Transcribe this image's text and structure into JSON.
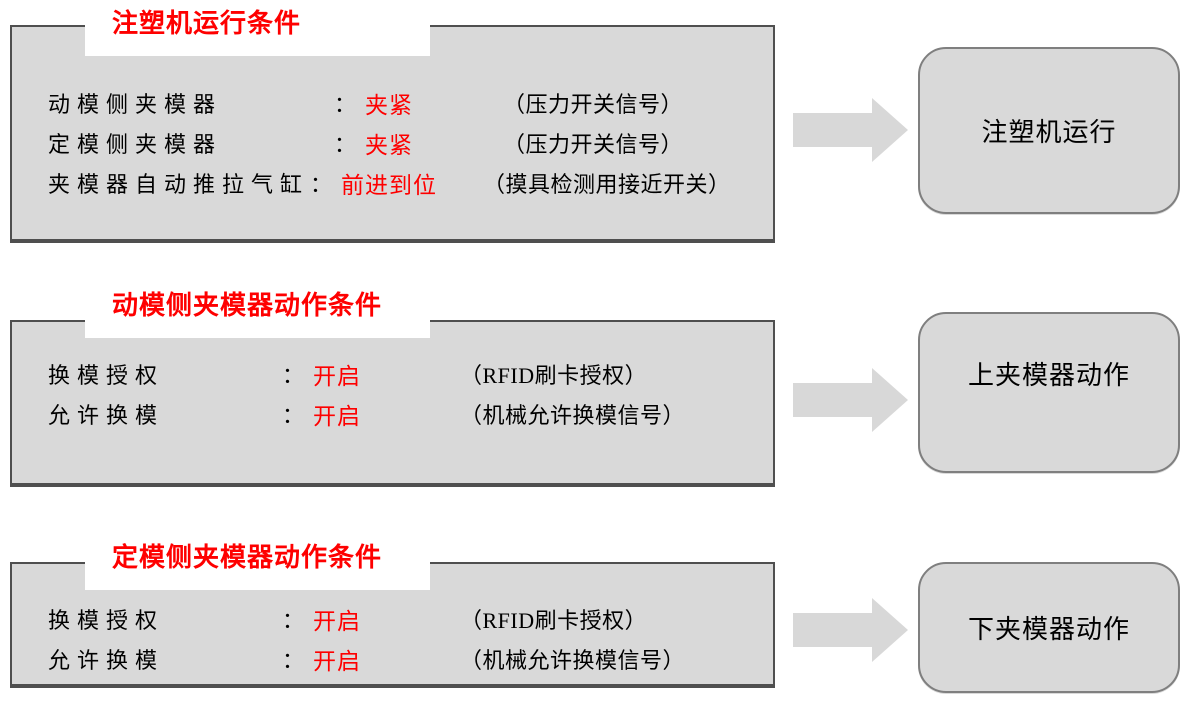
{
  "punct": {
    "colon": "："
  },
  "colors": {
    "accent_red": "#fe0000",
    "box_fill": "#d9d9d9",
    "box_border": "#4f4f4f",
    "rounded_box_border": "#7f7f7f",
    "arrow_fill": "#d8d8d8",
    "text": "#000000",
    "background": "#ffffff"
  },
  "icons": {
    "flow_arrow": "right-block-arrow-icon"
  },
  "sections": [
    {
      "title": "注塑机运行条件",
      "rows": [
        {
          "label": "动模侧夹模器",
          "value": "夹紧",
          "note": "（压力开关信号）"
        },
        {
          "label": "定模侧夹模器",
          "value": "夹紧",
          "note": "（压力开关信号）"
        },
        {
          "label": "夹模器自动推拉气缸",
          "value": "前进到位",
          "note": "（摸具检测用接近开关）"
        }
      ],
      "result": "注塑机运行"
    },
    {
      "title": "动模侧夹模器动作条件",
      "rows": [
        {
          "label": "换模授权",
          "value": "开启",
          "note": "（RFID刷卡授权）"
        },
        {
          "label": "允许换模",
          "value": "开启",
          "note": "（机械允许换模信号）"
        }
      ],
      "result": "上夹模器动作"
    },
    {
      "title": "定模侧夹模器动作条件",
      "rows": [
        {
          "label": "换模授权",
          "value": "开启",
          "note": "（RFID刷卡授权）"
        },
        {
          "label": "允许换模",
          "value": "开启",
          "note": "（机械允许换模信号）"
        }
      ],
      "result": "下夹模器动作"
    }
  ]
}
